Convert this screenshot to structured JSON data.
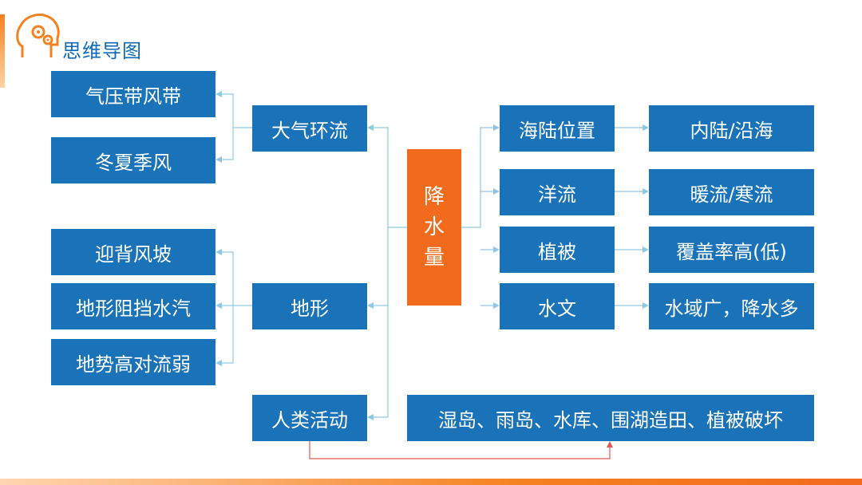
{
  "header": {
    "title": "思维导图",
    "logo_icon": "brain-gears-icon"
  },
  "center": {
    "chars": [
      "降",
      "水",
      "量"
    ]
  },
  "left": [
    {
      "label": "大气环流",
      "children": [
        "气压带风带",
        "冬夏季风"
      ]
    },
    {
      "label": "地形",
      "children": [
        "迎背风坡",
        "地形阻挡水汽",
        "地势高对流弱"
      ]
    },
    {
      "label": "人类活动",
      "children": []
    }
  ],
  "right": [
    {
      "label": "海陆位置",
      "detail": "内陆/沿海"
    },
    {
      "label": "洋流",
      "detail": "暖流/寒流"
    },
    {
      "label": "植被",
      "detail": "覆盖率高(低)"
    },
    {
      "label": "水文",
      "detail": "水域广，降水多"
    }
  ],
  "human_detail": "湿岛、雨岛、水库、围湖造田、植被破坏",
  "colors": {
    "node": "#1a73b8",
    "center": "#f26b1d",
    "connector": "#8ecae6",
    "human_link": "#e05a4f",
    "title": "#0b69b7"
  }
}
